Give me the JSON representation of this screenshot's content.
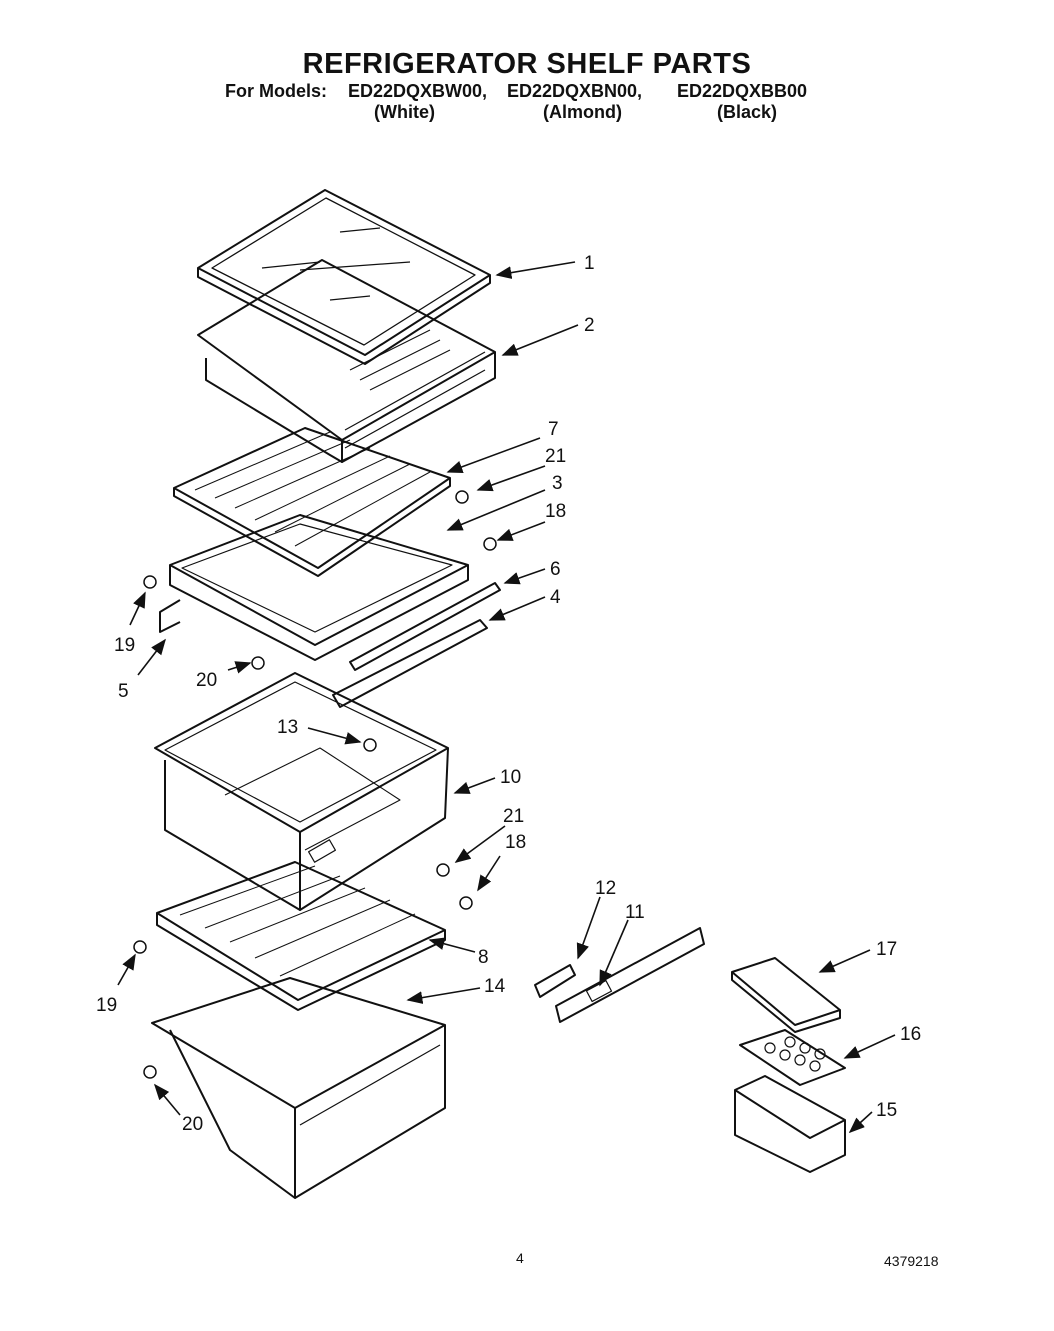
{
  "header": {
    "title": "REFRIGERATOR SHELF PARTS",
    "models_label": "For Models:",
    "models": [
      {
        "model": "ED22DQXBW00,",
        "color": "(White)"
      },
      {
        "model": "ED22DQXBN00,",
        "color": "(Almond)"
      },
      {
        "model": "ED22DQXBB00",
        "color": "(Black)"
      }
    ]
  },
  "callouts": {
    "c1": "1",
    "c2": "2",
    "c3": "3",
    "c4": "4",
    "c5": "5",
    "c6": "6",
    "c7": "7",
    "c8": "8",
    "c10": "10",
    "c11": "11",
    "c12": "12",
    "c13": "13",
    "c14": "14",
    "c15": "15",
    "c16": "16",
    "c17": "17",
    "c18a": "18",
    "c18b": "18",
    "c19a": "19",
    "c19b": "19",
    "c20a": "20",
    "c20b": "20",
    "c21a": "21",
    "c21b": "21"
  },
  "footer": {
    "page_number": "4",
    "doc_number": "4379218"
  }
}
